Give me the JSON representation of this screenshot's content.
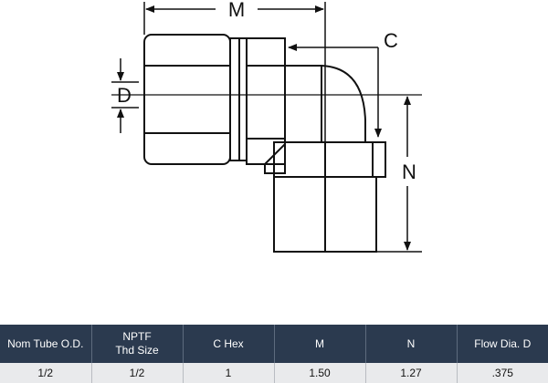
{
  "diagram": {
    "labels": {
      "m": "M",
      "c": "C",
      "d": "D",
      "n": "N"
    }
  },
  "table": {
    "headers": [
      {
        "line1": "Nom Tube O.D.",
        "line2": ""
      },
      {
        "line1": "NPTF",
        "line2": "Thd Size"
      },
      {
        "line1": "C Hex",
        "line2": ""
      },
      {
        "line1": "M",
        "line2": ""
      },
      {
        "line1": "N",
        "line2": ""
      },
      {
        "line1": "Flow Dia. D",
        "line2": ""
      }
    ],
    "rows": [
      [
        "1/2",
        "1/2",
        "1",
        "1.50",
        "1.27",
        ".375"
      ]
    ]
  },
  "colors": {
    "header_bg": "#2b3a4f",
    "row_bg": "#e9eaec",
    "line": "#111111"
  }
}
